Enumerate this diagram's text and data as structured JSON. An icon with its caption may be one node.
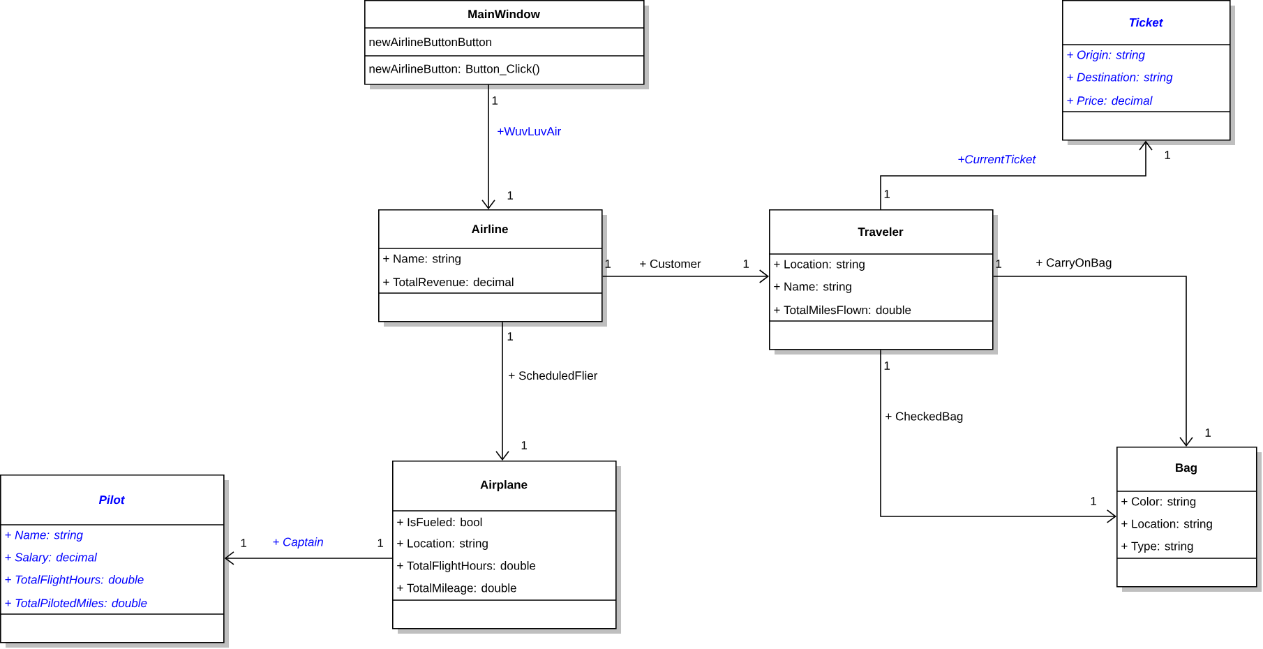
{
  "diagram": {
    "nodes": [
      {
        "text": [
          "MainWindow",
          "newAirlineButtonButton",
          "newAirlineButton: Button_Click()"
        ]
      },
      {
        "text": [
          "Ticket",
          "+ Origin: string",
          "+ Destination: string",
          "+ Price: decimal"
        ]
      },
      {
        "text": [
          "Airline",
          "+ Name: string",
          "+ TotalRevenue: decimal"
        ]
      },
      {
        "text": [
          "Traveler",
          "+ Location: string",
          "+ Name: string",
          "+ TotalMilesFlown: double"
        ]
      },
      {
        "text": [
          "Pilot",
          "+ Name: string",
          "+ Salary: decimal",
          "+ TotalFlightHours: double",
          "+ TotalPilotedMiles: double"
        ]
      },
      {
        "text": [
          "Airplane",
          "+ IsFueled: bool",
          "+ Location: string",
          "+ TotalFlightHours: double",
          "+ TotalMileage: double"
        ]
      },
      {
        "text": [
          "Bag",
          "+ Color: string",
          "+ Location: string",
          "+ Type: string"
        ]
      }
    ],
    "edges": [
      {
        "from": 0,
        "to": 2,
        "arrow": "to",
        "label": "+WuvLuvAir"
      },
      {
        "from": 3,
        "to": 1,
        "arrow": "to",
        "label": "+CurrentTicket"
      },
      {
        "from": 2,
        "to": 3,
        "arrow": "to",
        "label": "+ Customer"
      },
      {
        "from": 3,
        "to": 6,
        "arrow": "to",
        "label": "+ CarryOnBag"
      },
      {
        "from": 2,
        "to": 5,
        "arrow": "to",
        "label": "+ ScheduledFlier"
      },
      {
        "from": 3,
        "to": 6,
        "arrow": "to",
        "label": "+ CheckedBag"
      },
      {
        "from": 5,
        "to": 4,
        "arrow": "to",
        "label": "+ Captain"
      }
    ],
    "labels": [
      "1",
      "1",
      "1",
      "1",
      "1",
      "1",
      "1",
      "1",
      "1",
      "1",
      "1",
      "1",
      "1",
      "1"
    ]
  }
}
